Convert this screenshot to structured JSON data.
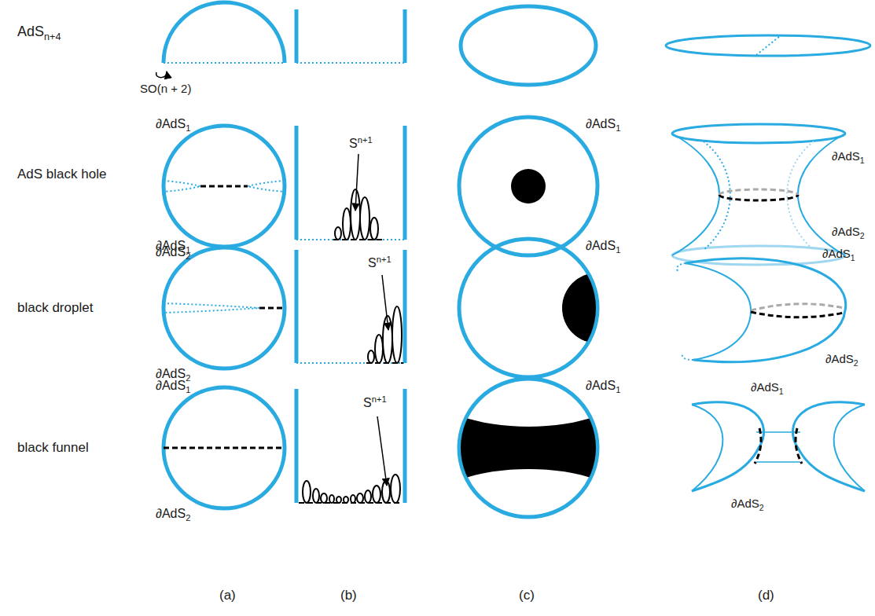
{
  "diagram": {
    "labels": [
      "AdSn+4",
      "SO(n + 2)",
      "AdS black hole",
      "black droplet",
      "black funnel",
      "∂AdS1",
      "∂AdS2",
      "Sn+1",
      "∂AdS1",
      "∂AdS1",
      "∂AdS2",
      "∂AdS1",
      "∂AdS2",
      "Sn+1",
      "∂AdS1",
      "∂AdS1",
      "∂AdS2",
      "∂AdS1",
      "∂AdS2",
      "Sn+1",
      "∂AdS1",
      "∂AdS1",
      "∂AdS2",
      "(a)",
      "(b)",
      "(c)",
      "(d)"
    ]
  }
}
